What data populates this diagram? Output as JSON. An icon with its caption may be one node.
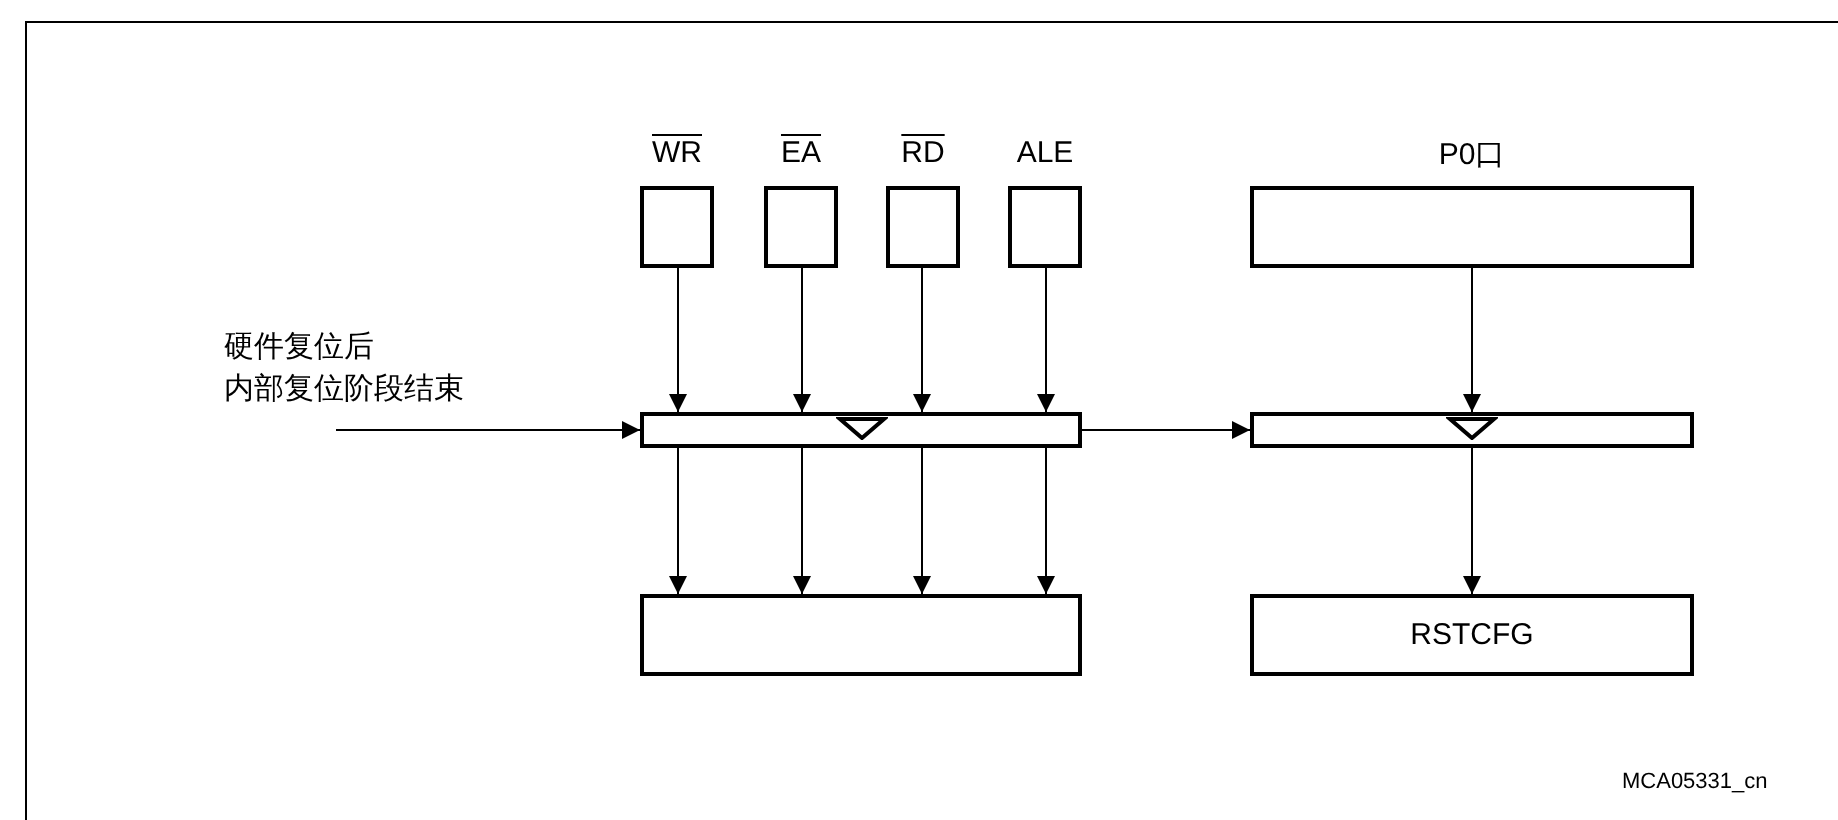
{
  "diagram": {
    "nodes": [
      {
        "text": [
          "WR"
        ]
      },
      {
        "text": [
          "EA"
        ]
      },
      {
        "text": [
          "RD"
        ]
      },
      {
        "text": [
          "ALE"
        ]
      },
      {
        "text": [
          "P0口"
        ]
      },
      {
        "text": [],
        "shape": "bar"
      },
      {
        "text": [],
        "shape": "bar"
      },
      {
        "text": [],
        "shape": "box"
      },
      {
        "text": [
          "RSTCFG"
        ]
      }
    ],
    "edges": [
      {
        "from": 0,
        "to": 5,
        "arrow": "to"
      },
      {
        "from": 1,
        "to": 5,
        "arrow": "to"
      },
      {
        "from": 2,
        "to": 5,
        "arrow": "to"
      },
      {
        "from": 3,
        "to": 5,
        "arrow": "to"
      },
      {
        "from": null,
        "to": 5,
        "arrow": "to",
        "label": "硬件复位后内部复位阶段结束"
      },
      {
        "from": 5,
        "to": 7,
        "arrow": "to"
      },
      {
        "from": 5,
        "to": 7,
        "arrow": "to"
      },
      {
        "from": 5,
        "to": 7,
        "arrow": "to"
      },
      {
        "from": 5,
        "to": 7,
        "arrow": "to"
      },
      {
        "from": 5,
        "to": 6,
        "arrow": "to"
      },
      {
        "from": 4,
        "to": 6,
        "arrow": "to"
      },
      {
        "from": 6,
        "to": 8,
        "arrow": "to"
      }
    ],
    "labels": [
      "MCA05331_cn"
    ]
  }
}
